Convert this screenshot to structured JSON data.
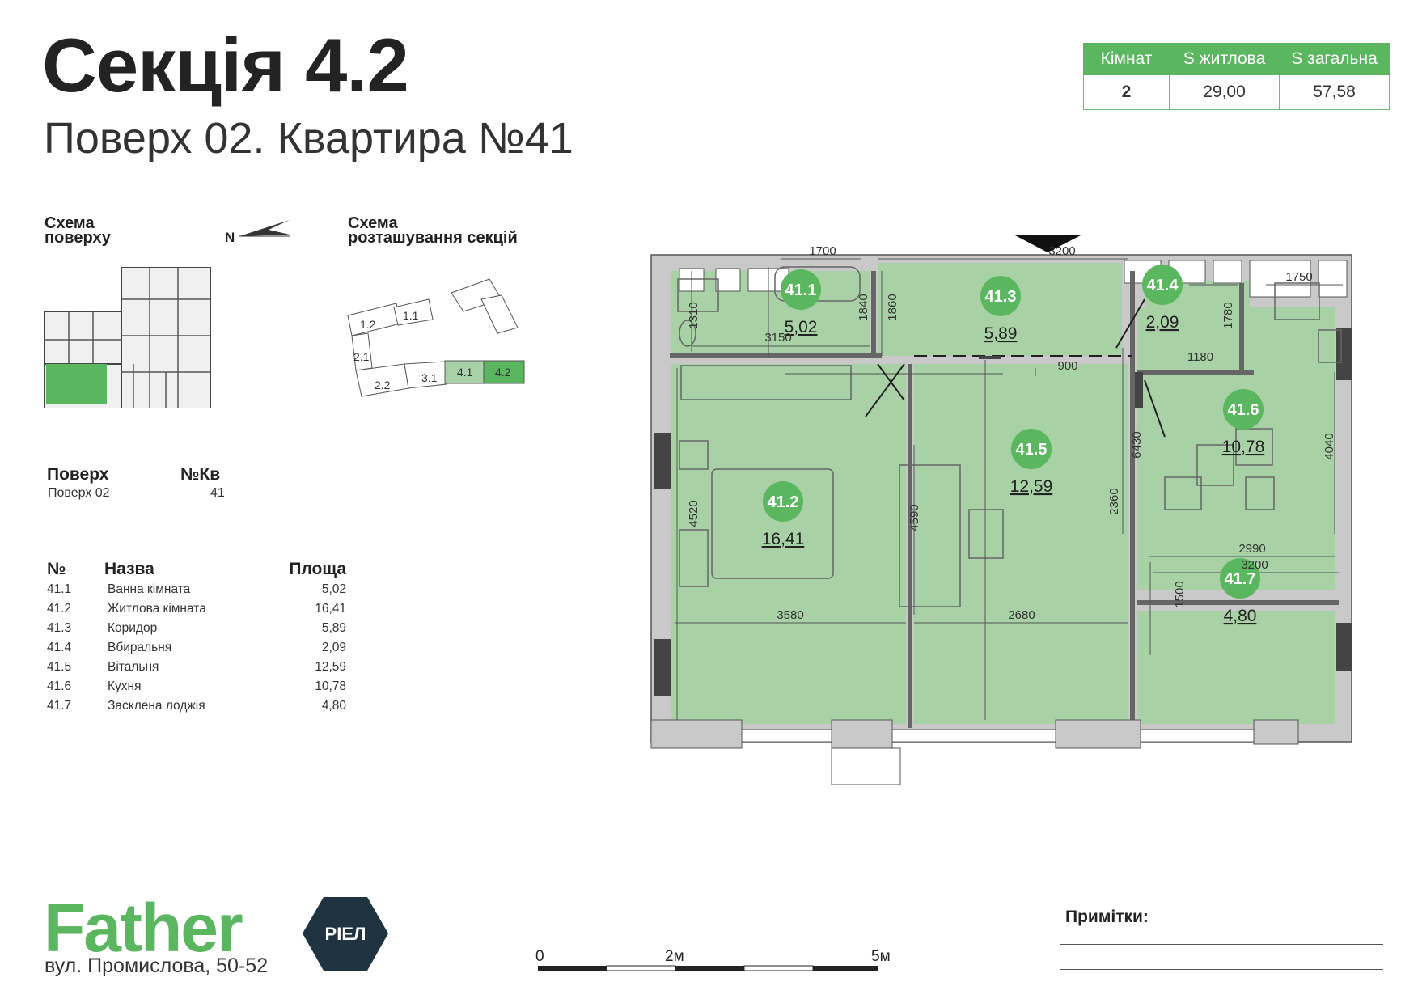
{
  "header": {
    "title": "Секція 4.2",
    "subtitle": "Поверх 02. Квартира №41"
  },
  "summary_table": {
    "headers": [
      "Кімнат",
      "S житлова",
      "S загальна"
    ],
    "values": [
      "2",
      "29,00",
      "57,58"
    ]
  },
  "floor_scheme": {
    "label_line1": "Схема",
    "label_line2": "поверху",
    "north": "N"
  },
  "section_scheme": {
    "label_line1": "Схема",
    "label_line2": "розташування секцій",
    "sections": [
      "1.2",
      "1.1",
      "2.1",
      "2.2",
      "3.1",
      "4.1",
      "4.2"
    ]
  },
  "floor_info": {
    "floor_header": "Поверх",
    "apt_header": "№Кв",
    "floor_value": "Поверх 02",
    "apt_value": "41"
  },
  "rooms_table": {
    "headers": [
      "№",
      "Назва",
      "Площа"
    ],
    "rows": [
      {
        "num": "41.1",
        "name": "Ванна кімната",
        "area": "5,02"
      },
      {
        "num": "41.2",
        "name": "Житлова кімната",
        "area": "16,41"
      },
      {
        "num": "41.3",
        "name": "Коридор",
        "area": "5,89"
      },
      {
        "num": "41.4",
        "name": "Вбиральня",
        "area": "2,09"
      },
      {
        "num": "41.5",
        "name": "Вітальня",
        "area": "12,59"
      },
      {
        "num": "41.6",
        "name": "Кухня",
        "area": "10,78"
      },
      {
        "num": "41.7",
        "name": "Засклена лоджія",
        "area": "4,80"
      }
    ]
  },
  "plan": {
    "rooms": [
      {
        "id": "41.1",
        "area": "5,02"
      },
      {
        "id": "41.2",
        "area": "16,41"
      },
      {
        "id": "41.3",
        "area": "5,89"
      },
      {
        "id": "41.4",
        "area": "2,09"
      },
      {
        "id": "41.5",
        "area": "12,59"
      },
      {
        "id": "41.6",
        "area": "10,78"
      },
      {
        "id": "41.7",
        "area": "4,80"
      }
    ],
    "dimensions": [
      "1700",
      "3200",
      "1840",
      "1860",
      "1310",
      "3150",
      "900",
      "1750",
      "1780",
      "1180",
      "4040",
      "6430",
      "2360",
      "3200",
      "4520",
      "4590",
      "3580",
      "2680",
      "2990",
      "1500"
    ]
  },
  "scale": {
    "labels": [
      "0",
      "2м",
      "5м"
    ]
  },
  "brand": {
    "logo": "Father",
    "badge": "РІЕЛ",
    "address": "вул. Промислова, 50-52"
  },
  "notes": {
    "label": "Примітки:"
  },
  "colors": {
    "accent": "#5bb75f",
    "plan_fill": "#a8d1a5",
    "badge": "#1f3340"
  }
}
